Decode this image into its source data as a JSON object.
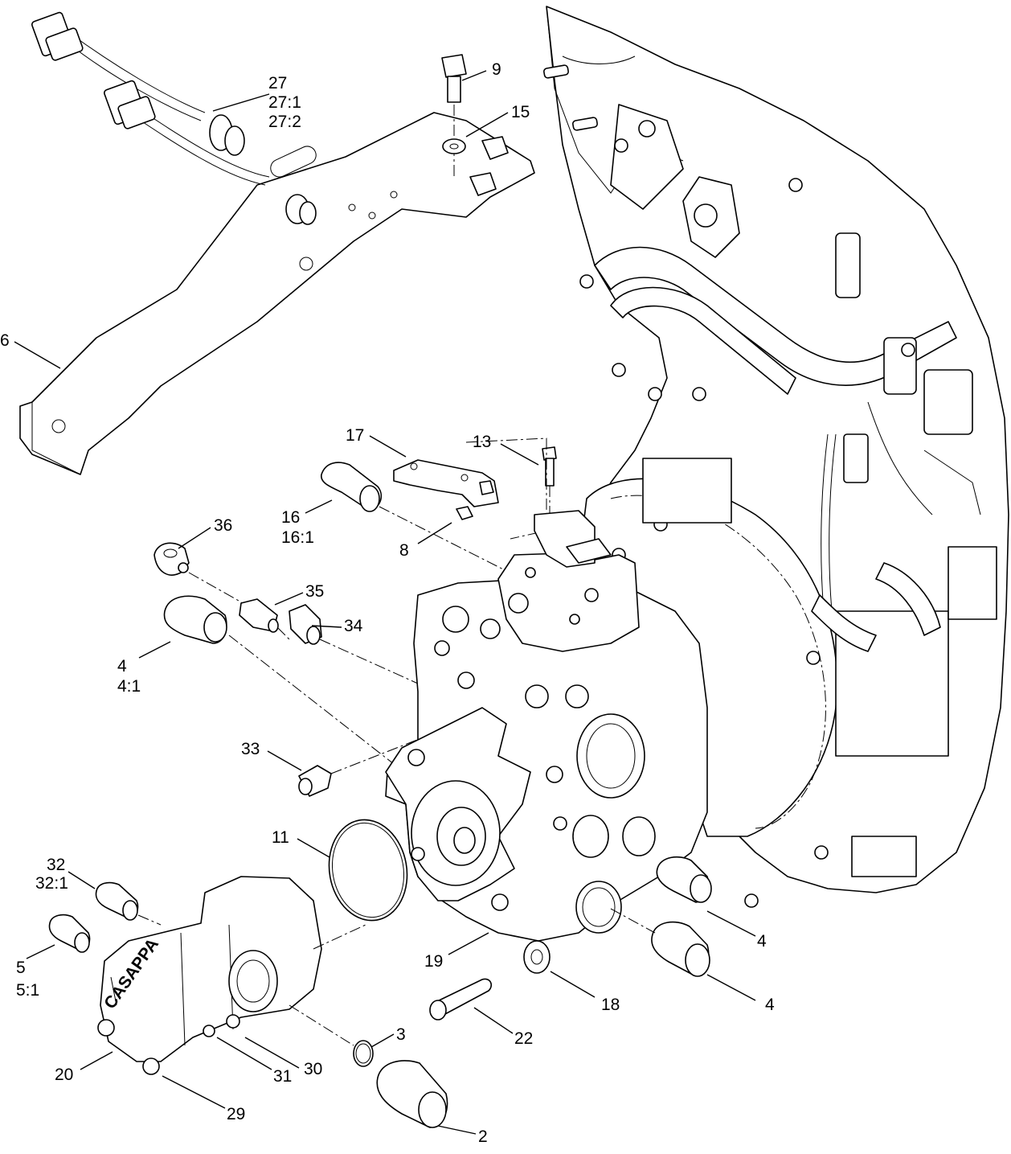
{
  "callouts": {
    "c27": {
      "lines": [
        "27",
        "27:1",
        "27:2"
      ]
    },
    "c9": {
      "lines": [
        "9"
      ]
    },
    "c15": {
      "lines": [
        "15"
      ]
    },
    "c6": {
      "lines": [
        "6"
      ]
    },
    "c17": {
      "lines": [
        "17"
      ]
    },
    "c13": {
      "lines": [
        "13"
      ]
    },
    "c16": {
      "lines": [
        "16",
        "16:1"
      ]
    },
    "c8": {
      "lines": [
        "8"
      ]
    },
    "c36": {
      "lines": [
        "36"
      ]
    },
    "c35": {
      "lines": [
        "35"
      ]
    },
    "c34": {
      "lines": [
        "34"
      ]
    },
    "c4a": {
      "lines": [
        "4",
        "4:1"
      ]
    },
    "c33": {
      "lines": [
        "33"
      ]
    },
    "c11": {
      "lines": [
        "11"
      ]
    },
    "c32": {
      "lines": [
        "32",
        "32:1"
      ]
    },
    "c5": {
      "lines": [
        "5",
        "5:1"
      ]
    },
    "c19": {
      "lines": [
        "19"
      ]
    },
    "c18": {
      "lines": [
        "18"
      ]
    },
    "c4b": {
      "lines": [
        "4"
      ]
    },
    "c4c": {
      "lines": [
        "4"
      ]
    },
    "c22": {
      "lines": [
        "22"
      ]
    },
    "c3": {
      "lines": [
        "3"
      ]
    },
    "c20": {
      "lines": [
        "20"
      ]
    },
    "c31": {
      "lines": [
        "31"
      ]
    },
    "c30": {
      "lines": [
        "30"
      ]
    },
    "c29": {
      "lines": [
        "29"
      ]
    },
    "c2": {
      "lines": [
        "2"
      ]
    }
  },
  "stamped_text": {
    "pump_brand": "CASAPPA"
  }
}
